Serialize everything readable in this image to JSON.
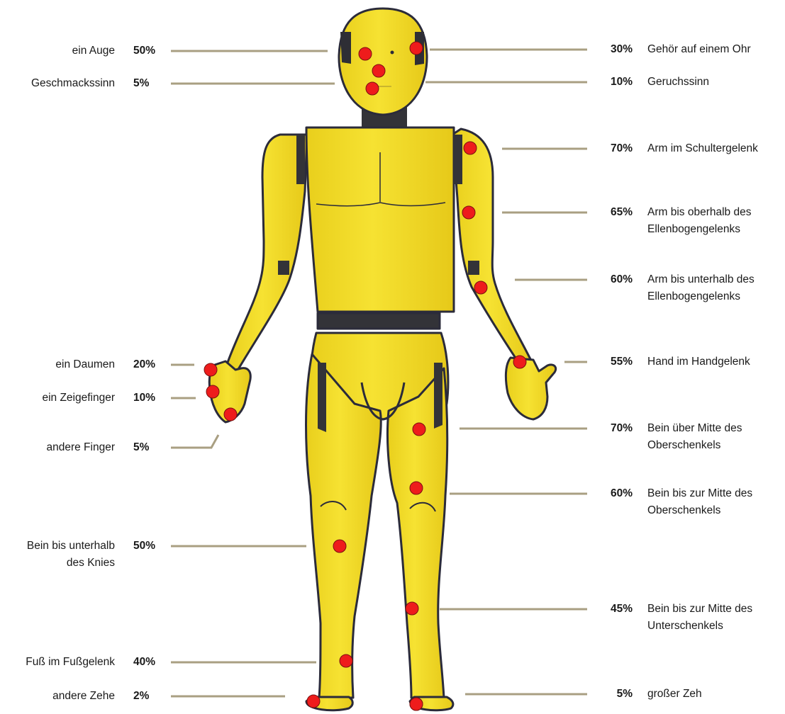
{
  "colors": {
    "body_fill": "#f2dc27",
    "body_shadow": "#e0c51a",
    "outline": "#2b2b3a",
    "dark_band": "#333338",
    "marker": "#ee1c1c",
    "leader_line": "#a99f82"
  },
  "figure": {
    "name": "crash-test-dummy-figure"
  },
  "labels": {
    "left": [
      {
        "key": "eye",
        "label": "ein Auge",
        "percent": "50%"
      },
      {
        "key": "taste",
        "label": "Geschmackssinn",
        "percent": "5%"
      },
      {
        "key": "thumb",
        "label": "ein Daumen",
        "percent": "20%"
      },
      {
        "key": "index",
        "label": "ein Zeigefinger",
        "percent": "10%"
      },
      {
        "key": "fingers",
        "label": "andere Finger",
        "percent": "5%"
      },
      {
        "key": "below-knee",
        "label": [
          "Bein bis unterhalb",
          "des Knies"
        ],
        "percent": "50%"
      },
      {
        "key": "ankle",
        "label": "Fuß im Fußgelenk",
        "percent": "40%"
      },
      {
        "key": "toe",
        "label": "andere Zehe",
        "percent": "2%"
      }
    ],
    "right": [
      {
        "key": "hearing",
        "label": "Gehör auf einem Ohr",
        "percent": "30%"
      },
      {
        "key": "smell",
        "label": "Geruchssinn",
        "percent": "10%"
      },
      {
        "key": "shoulder",
        "label": "Arm im Schultergelenk",
        "percent": "70%"
      },
      {
        "key": "above-elbow",
        "label": [
          "Arm bis oberhalb des",
          "Ellenbogengelenks"
        ],
        "percent": "65%"
      },
      {
        "key": "below-elbow",
        "label": [
          "Arm bis unterhalb des",
          "Ellenbogengelenks"
        ],
        "percent": "60%"
      },
      {
        "key": "wrist",
        "label": "Hand im Handgelenk",
        "percent": "55%"
      },
      {
        "key": "upper-thigh",
        "label": [
          "Bein über Mitte des",
          "Oberschenkels"
        ],
        "percent": "70%"
      },
      {
        "key": "mid-thigh",
        "label": [
          "Bein bis zur Mitte des",
          "Oberschenkels"
        ],
        "percent": "60%"
      },
      {
        "key": "mid-shin",
        "label": [
          "Bein bis zur Mitte des",
          "Unterschenkels"
        ],
        "percent": "45%"
      },
      {
        "key": "big-toe",
        "label": "großer Zeh",
        "percent": "5%"
      }
    ]
  }
}
